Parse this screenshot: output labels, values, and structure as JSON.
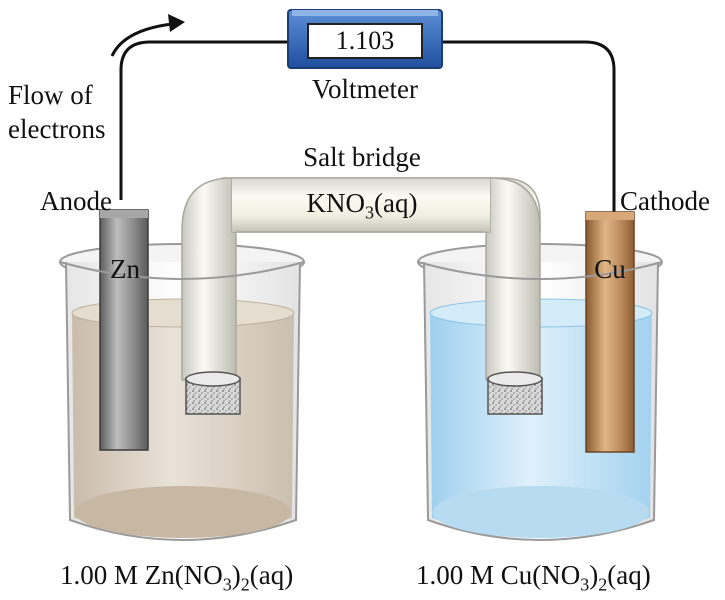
{
  "voltmeter": {
    "reading": "1.103",
    "label": "Voltmeter"
  },
  "electron_flow": {
    "line1": "Flow of",
    "line2": "electrons"
  },
  "salt_bridge": {
    "title": "Salt bridge",
    "formula_main": "KNO",
    "formula_sub": "3",
    "formula_end": "(aq)"
  },
  "anode": {
    "label": "Anode",
    "metal": "Zn"
  },
  "cathode": {
    "label": "Cathode",
    "metal": "Cu"
  },
  "left_solution": {
    "prefix": "1.00 M Zn(NO",
    "sub": "3",
    "mid": ")",
    "sub2": "2",
    "suffix": "(aq)"
  },
  "right_solution": {
    "prefix": "1.00 M Cu(NO",
    "sub": "3",
    "mid": ")",
    "sub2": "2",
    "suffix": "(aq)"
  },
  "colors": {
    "zn_solution": "#d9cfc2",
    "cu_solution": "#bfe1f5",
    "voltmeter_body": "#2e66b8",
    "copper": "#b9895a",
    "zinc": "#8a8a8a"
  }
}
